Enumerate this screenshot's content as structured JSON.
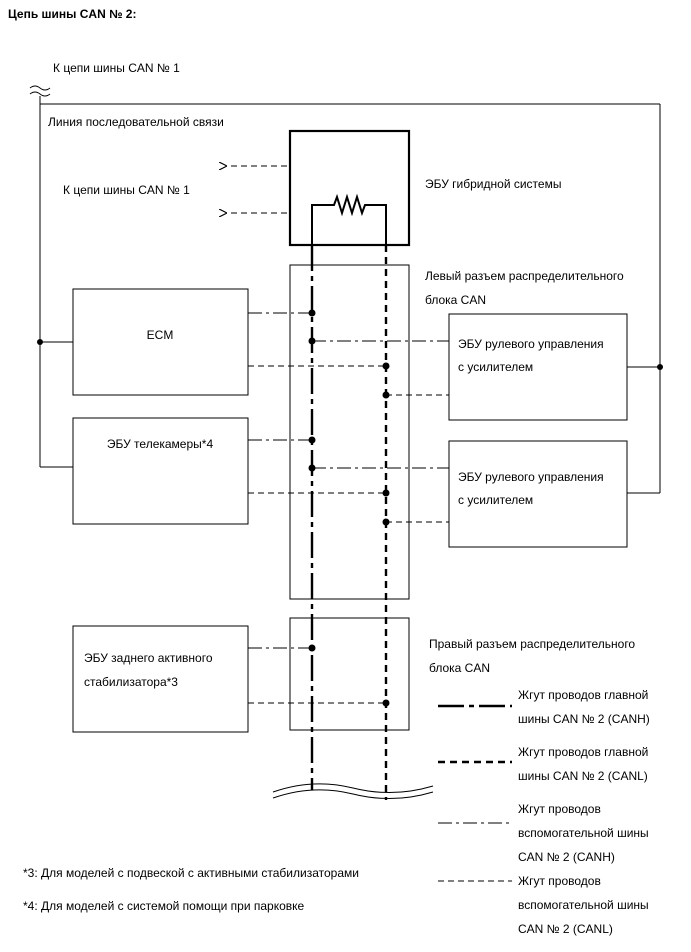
{
  "title": "Цепь шины CAN № 2:",
  "to_bus1_top": "К цепи шины CAN № 1",
  "serial_line": "Линия последовательной связи",
  "to_bus1_mid": "К цепи шины CAN № 1",
  "hybrid_ecu": "ЭБУ гибридной системы",
  "left_junction": [
    "Левый разъем распределительного",
    "блока CAN"
  ],
  "ecm": "ECM",
  "camera_ecu": "ЭБУ телекамеры*4",
  "rear_stab_ecu": [
    "ЭБУ заднего активного",
    "стабилизатора*3"
  ],
  "eps_ecu_1": [
    "ЭБУ рулевого управления",
    "с усилителем"
  ],
  "eps_ecu_2": [
    "ЭБУ рулевого управления",
    "с усилителем"
  ],
  "right_junction": [
    "Правый разъем распределительного",
    "блока CAN"
  ],
  "legend": {
    "main_canh": [
      "Жгут проводов главной",
      "шины CAN № 2 (CANH)"
    ],
    "main_canl": [
      "Жгут проводов главной",
      "шины CAN № 2 (CANL)"
    ],
    "sub_canh": [
      "Жгут проводов",
      "вспомогательной шины",
      "CAN № 2 (CANH)"
    ],
    "sub_canl": [
      "Жгут проводов",
      "вспомогательной шины",
      "CAN № 2 (CANL)"
    ]
  },
  "footnotes": {
    "note3": "*3: Для моделей с подвеской с активными стабилизаторами",
    "note4": "*4: Для моделей с системой помощи при парковке"
  }
}
